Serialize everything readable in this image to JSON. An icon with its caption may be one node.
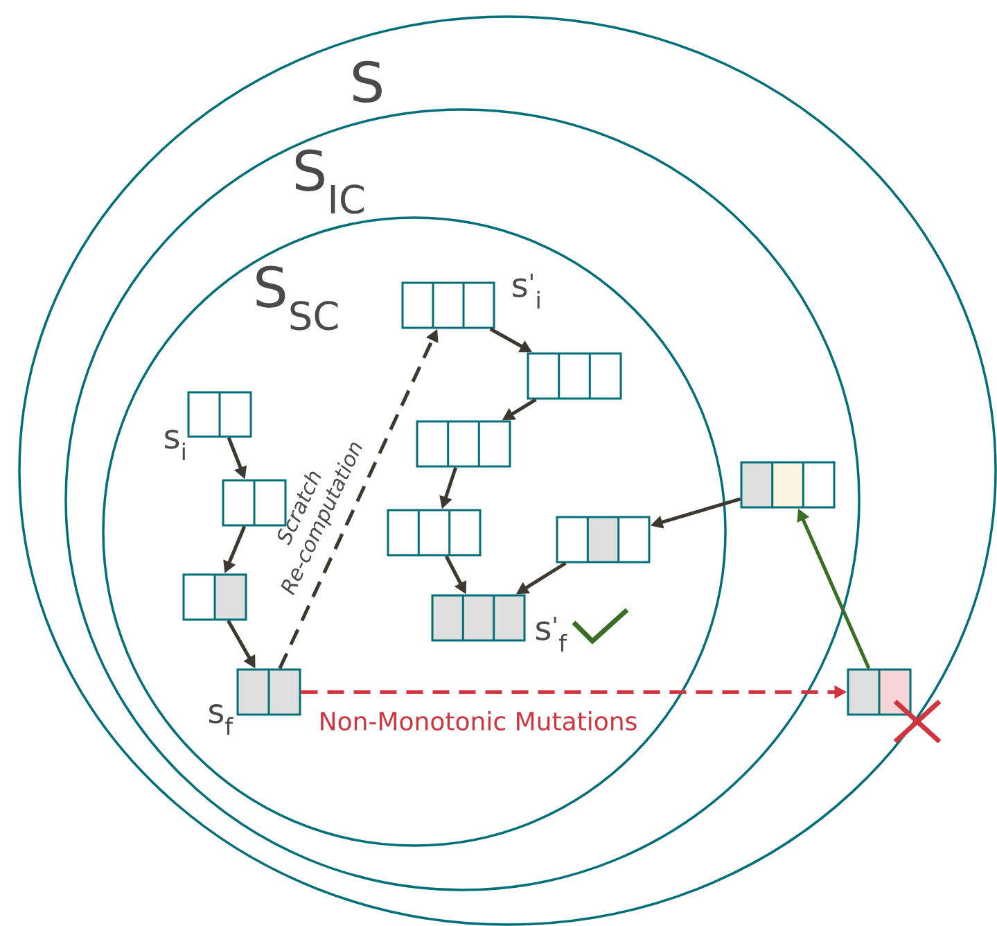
{
  "diagram": {
    "nodes": [
      {
        "text": [
          "S"
        ]
      },
      {
        "text": [
          "S$_{IC}$"
        ],
        "in": 0
      },
      {
        "text": [
          "S$_{SC}$"
        ],
        "in": 1
      },
      {
        "text": [],
        "shape": "box",
        "beside": [
          "s$_{i}$"
        ],
        "in": 2
      },
      {
        "text": [],
        "shape": "box",
        "in": 2
      },
      {
        "text": [],
        "shape": "box",
        "in": 2
      },
      {
        "text": [],
        "shape": "box",
        "beside": [
          "s$_{f}$"
        ],
        "in": 2
      },
      {
        "text": [],
        "shape": "box",
        "beside": [
          "s$^{'}$$_{i}$"
        ],
        "in": 2
      },
      {
        "text": [],
        "shape": "box",
        "in": 2
      },
      {
        "text": [],
        "shape": "box",
        "in": 2
      },
      {
        "text": [],
        "shape": "box",
        "in": 2
      },
      {
        "text": [],
        "shape": "box",
        "beside": [
          "s$^{'}$$_{f}$"
        ],
        "in": 2
      },
      {
        "text": [],
        "shape": "box",
        "in": 2
      },
      {
        "text": [],
        "shape": "box",
        "in": 1
      },
      {
        "text": [],
        "shape": "box",
        "in": 0
      }
    ],
    "edges": [
      {
        "from": 3,
        "to": 4,
        "arrow": "to"
      },
      {
        "from": 4,
        "to": 5,
        "arrow": "to"
      },
      {
        "from": 5,
        "to": 6,
        "arrow": "to"
      },
      {
        "from": 6,
        "to": 7,
        "arrow": "to",
        "style": "dashed",
        "label": "Scratch Re-computation"
      },
      {
        "from": 7,
        "to": 8,
        "arrow": "to"
      },
      {
        "from": 8,
        "to": 9,
        "arrow": "to"
      },
      {
        "from": 9,
        "to": 10,
        "arrow": "to"
      },
      {
        "from": 10,
        "to": 11,
        "arrow": "to"
      },
      {
        "from": 12,
        "to": 11,
        "arrow": "to"
      },
      {
        "from": 13,
        "to": 12,
        "arrow": "to"
      },
      {
        "from": 14,
        "to": 13,
        "arrow": "to",
        "color": "#3a6e24"
      },
      {
        "from": 6,
        "to": 14,
        "arrow": "to",
        "style": "dashed",
        "color": "#d0343f",
        "label": "Non-Monotonic Mutations"
      }
    ]
  }
}
